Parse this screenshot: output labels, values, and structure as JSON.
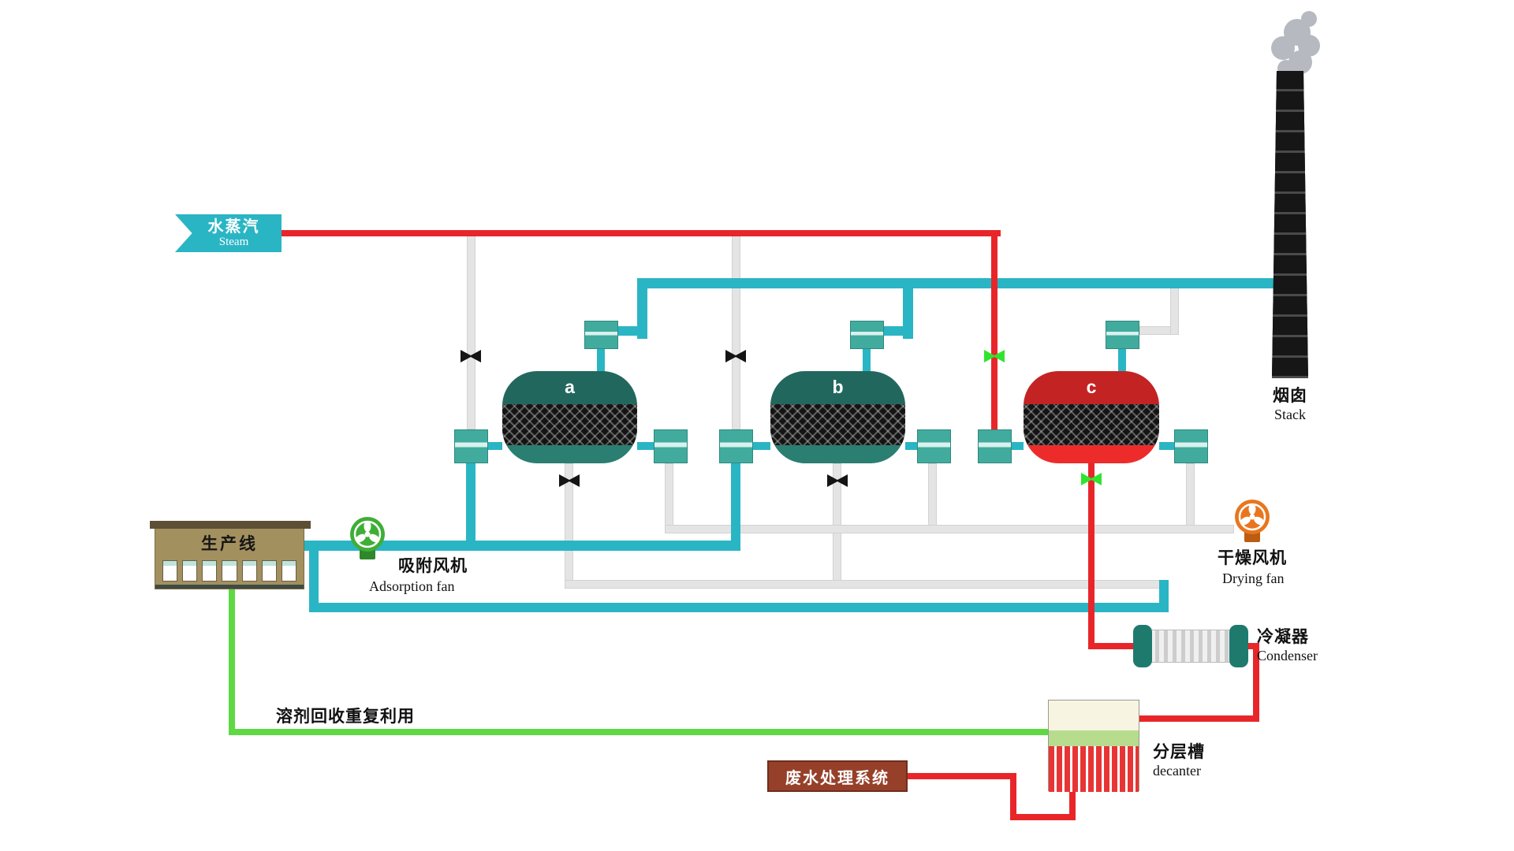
{
  "labels": {
    "steam": {
      "zh": "水蒸汽",
      "en": "Steam"
    },
    "stack": {
      "zh": "烟囱",
      "en": "Stack"
    },
    "production_line": "生产线",
    "adsorption_fan": {
      "zh": "吸附风机",
      "en": "Adsorption fan"
    },
    "drying_fan": {
      "zh": "干燥风机",
      "en": "Drying fan"
    },
    "condenser": {
      "zh": "冷凝器",
      "en": "Condenser"
    },
    "decanter": {
      "zh": "分层槽",
      "en": "decanter"
    },
    "solvent_recycle": "溶剂回收重复利用",
    "wastewater_system": "废水处理系统"
  },
  "vessels": [
    {
      "label": "a",
      "color": "#2a7e72"
    },
    {
      "label": "b",
      "color": "#2a7e72"
    },
    {
      "label": "c",
      "color": "#ee2b2b"
    }
  ],
  "colors": {
    "steam_pipe": "#e8262a",
    "process_gas_pipe": "#2ab5c4",
    "solvent_recovery_pipe": "#5ed943",
    "idle_pipe": "#e4e4e4",
    "open_valve": "#2fe42f",
    "closed_valve": "#141414",
    "adsorption_fan": "#3fae37",
    "drying_fan": "#e8761e",
    "building": "#a3905f",
    "wastewater_box": "#96402a",
    "stack": "#161616"
  }
}
